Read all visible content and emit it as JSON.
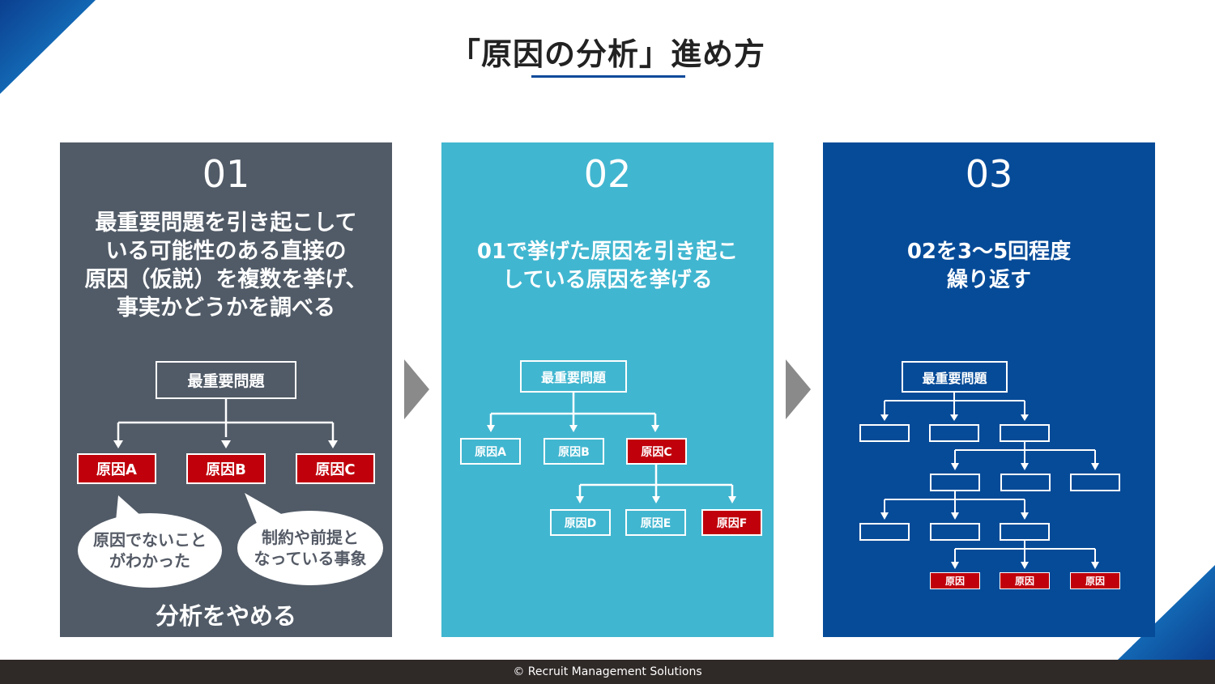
{
  "title": "「原因の分析」進め方",
  "colors": {
    "panel1": "#515b67",
    "panel2": "#41b6d0",
    "panel3": "#064b98",
    "cause_red": "#c0000b",
    "accent": "#0a4a9a"
  },
  "steps": [
    {
      "number": "01",
      "description": "最重要問題を引き起こして\nいる可能性のある直接の\n原因（仮説）を複数を挙げ、\n事実かどうかを調べる",
      "root": "最重要問題",
      "causes": [
        "原因A",
        "原因B",
        "原因C"
      ],
      "bubble_left": "原因でないこと\nがわかった",
      "bubble_right": "制約や前提と\nなっている事象",
      "conclusion": "分析をやめる"
    },
    {
      "number": "02",
      "description": "01で挙げた原因を引き起こ\nしている原因を挙げる",
      "root": "最重要問題",
      "causes_level1": [
        "原因A",
        "原因B",
        "原因C"
      ],
      "causes_level2": [
        "原因D",
        "原因E",
        "原因F"
      ]
    },
    {
      "number": "03",
      "description": "02を3～5回程度\n繰り返す",
      "root": "最重要問題",
      "leaf_causes": [
        "原因",
        "原因",
        "原因"
      ]
    }
  ],
  "footer": "© Recruit Management Solutions"
}
